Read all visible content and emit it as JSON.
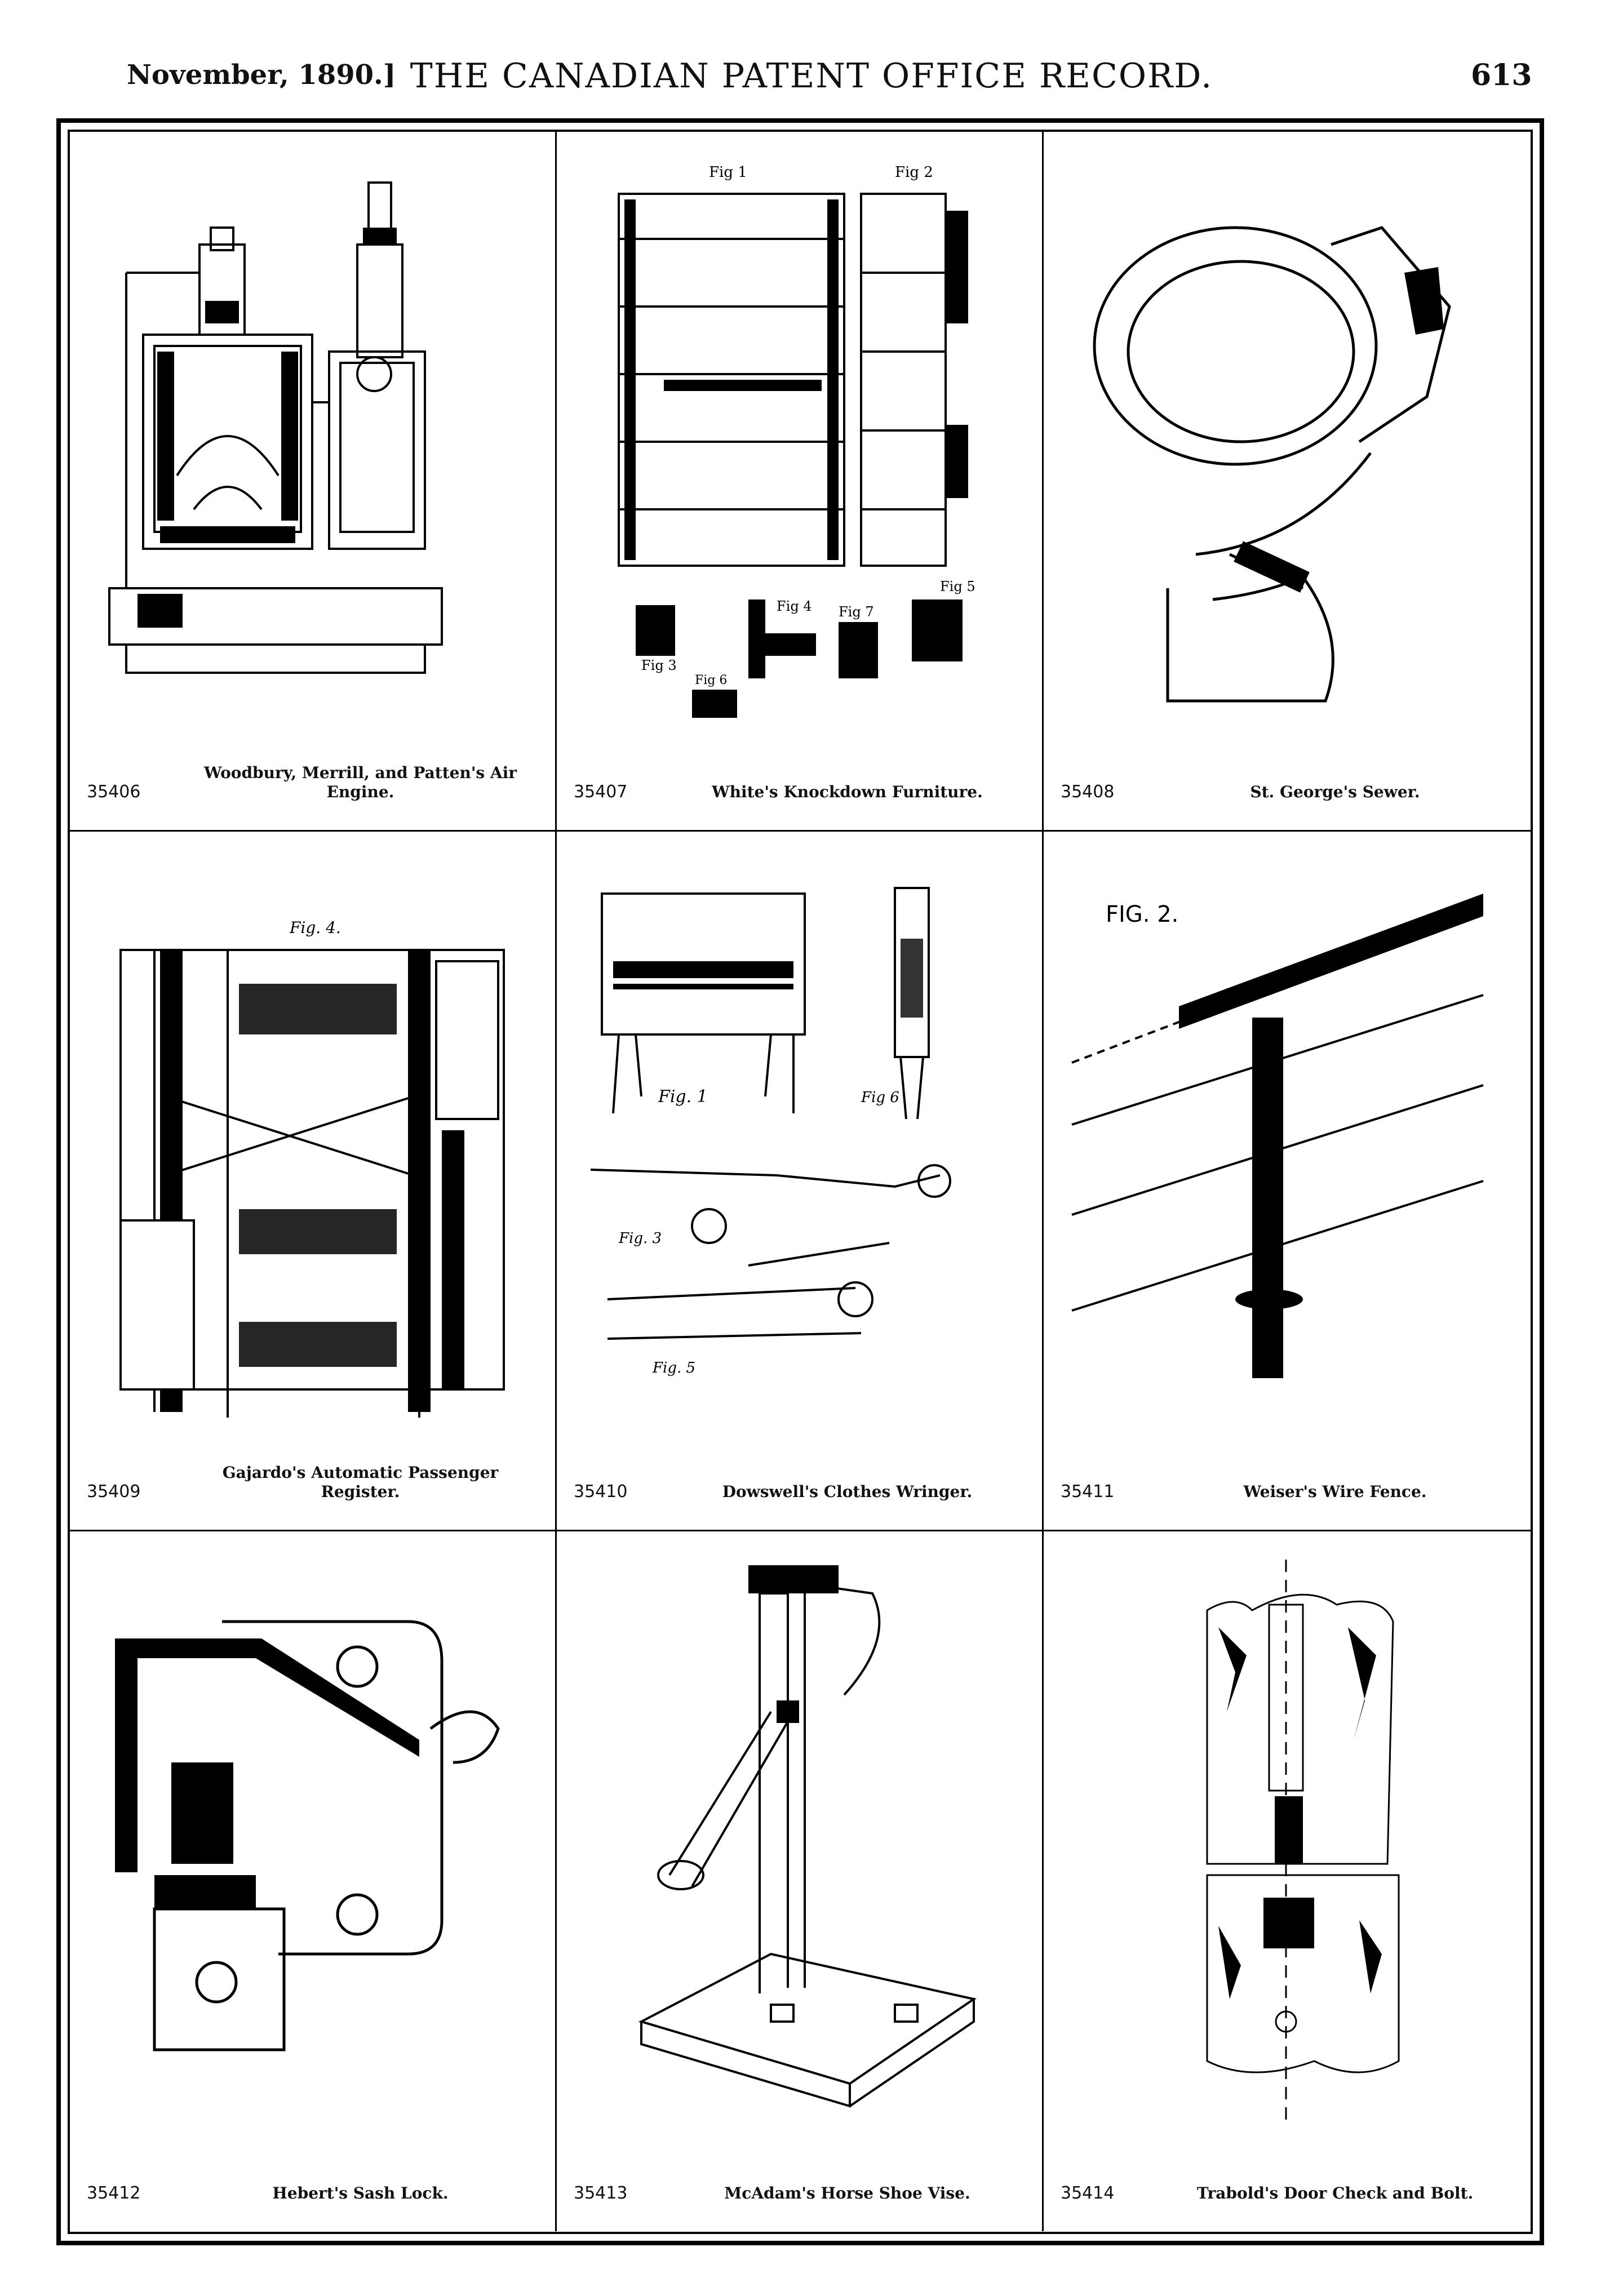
{
  "header": {
    "date": "November, 1890.]",
    "title": "THE CANADIAN PATENT OFFICE RECORD.",
    "page_number": "613"
  },
  "patents": [
    {
      "number": "35406",
      "title": "Woodbury, Merrill, and Patten's Air Engine."
    },
    {
      "number": "35407",
      "title": "White's Knockdown Furniture."
    },
    {
      "number": "35408",
      "title": "St. George's Sewer."
    },
    {
      "number": "35409",
      "title": "Gajardo's Automatic Passenger Register."
    },
    {
      "number": "35410",
      "title": "Dowswell's Clothes Wringer."
    },
    {
      "number": "35411",
      "title": "Weiser's Wire Fence."
    },
    {
      "number": "35412",
      "title": "Hebert's Sash Lock."
    },
    {
      "number": "35413",
      "title": "McAdam's Horse Shoe Vise."
    },
    {
      "number": "35414",
      "title": "Trabold's Door Check and Bolt."
    }
  ],
  "figure_labels": {
    "white_fig1": "Fig 1",
    "white_fig2": "Fig 2",
    "white_fig3": "Fig 3",
    "white_fig4": "Fig 4",
    "white_fig5": "Fig 5",
    "white_fig6": "Fig 6",
    "white_fig7": "Fig 7",
    "gajardo_fig": "Fig. 4.",
    "dowswell_fig1": "Fig. 1",
    "dowswell_fig3": "Fig. 3",
    "dowswell_fig5": "Fig. 5",
    "dowswell_fig6": "Fig 6",
    "weiser_fig": "FIG. 2."
  }
}
